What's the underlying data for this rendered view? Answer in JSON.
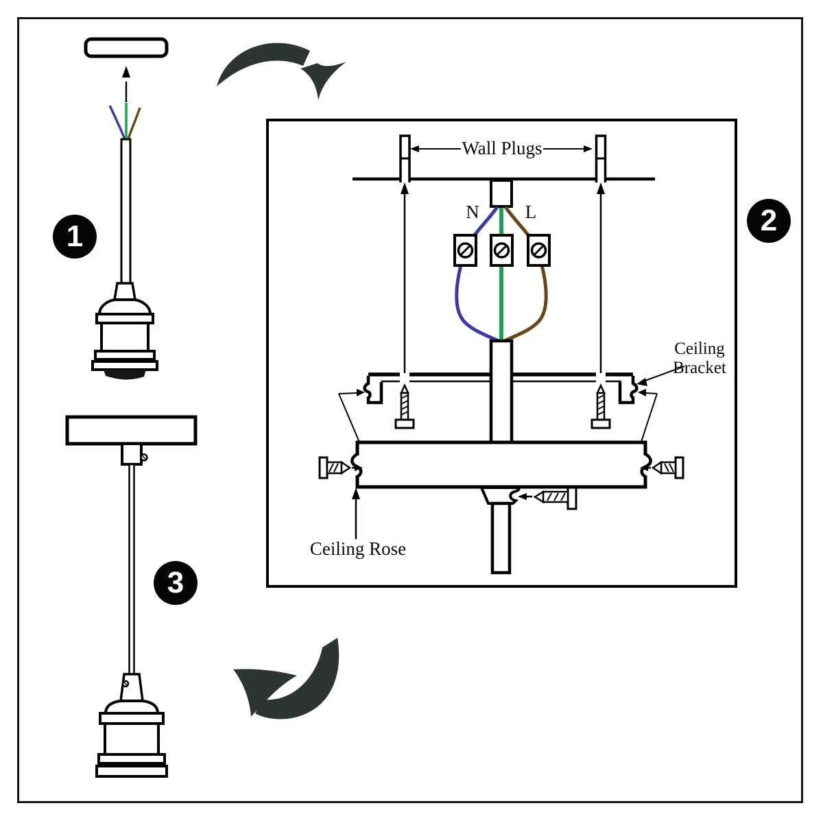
{
  "diagram": {
    "badges": {
      "step1": "1",
      "step2": "2",
      "step3": "3"
    },
    "labels": {
      "wall_plugs": "Wall Plugs",
      "neutral": "N",
      "live": "L",
      "ceiling_bracket": "Ceiling\nBracket",
      "ceiling_rose": "Ceiling Rose"
    },
    "colors": {
      "neutral_wire": "#3a3aa8",
      "earth_wire": "#1ba352",
      "live_wire": "#6b4717",
      "swoosh_arrow": "#2c3533",
      "line": "#000000"
    }
  }
}
